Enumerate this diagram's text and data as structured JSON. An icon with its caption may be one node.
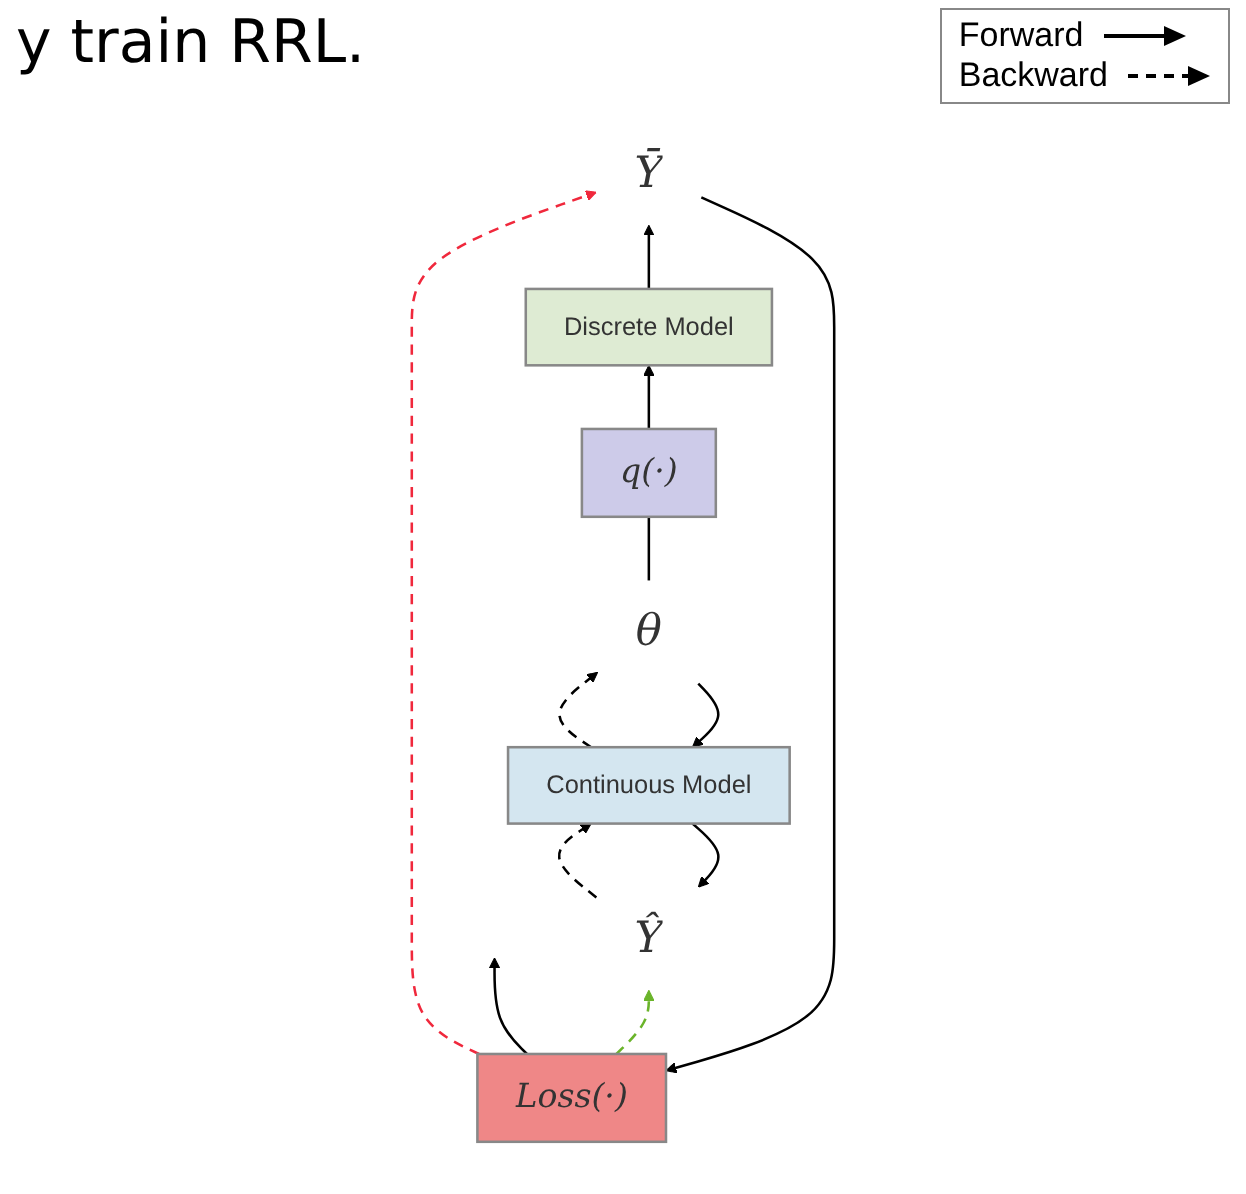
{
  "diagram": {
    "nodes": [
      {
        "text": [
          "Loss(·)"
        ]
      },
      {
        "text": [
          "Ȳ"
        ]
      },
      {
        "text": [
          "Ŷ"
        ]
      },
      {
        "text": [
          "Discrete Model"
        ]
      },
      {
        "text": [
          "Continuous Model"
        ]
      },
      {
        "text": [
          "q(·)"
        ]
      },
      {
        "text": [
          "θ"
        ]
      }
    ],
    "edges": [
      {
        "from": 0,
        "to": null,
        "arrow": "to"
      },
      {
        "from": 1,
        "to": 0,
        "arrow": "to"
      },
      {
        "from": 0,
        "to": 1,
        "arrow": "to",
        "style": "dashed",
        "color": "#f0283c"
      },
      {
        "from": 0,
        "to": 2,
        "arrow": "to",
        "style": "dashed",
        "color": "#6ab42a"
      },
      {
        "from": 2,
        "to": 4,
        "arrow": "to",
        "style": "dashed"
      },
      {
        "from": 4,
        "to": 2,
        "arrow": "to"
      },
      {
        "from": 3,
        "to": 1,
        "arrow": "to"
      },
      {
        "from": 5,
        "to": 3,
        "arrow": "to"
      },
      {
        "from": 6,
        "to": 5,
        "arrow": "none"
      },
      {
        "from": 6,
        "to": 4,
        "arrow": "to"
      },
      {
        "from": 4,
        "to": 6,
        "arrow": "to",
        "style": "dashed"
      }
    ],
    "labels": [
      "y train RRL."
    ],
    "legend": [
      {
        "text": "Forward"
      },
      {
        "text": "Backward"
      }
    ]
  }
}
